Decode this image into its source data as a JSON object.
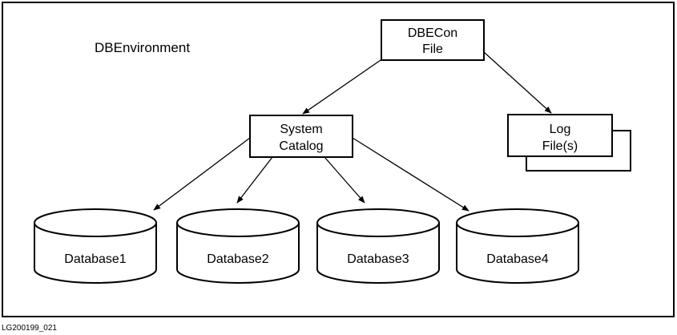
{
  "environment_label": "DBEnvironment",
  "nodes": {
    "dbecon": {
      "line1": "DBECon",
      "line2": "File"
    },
    "catalog": {
      "line1": "System",
      "line2": "Catalog"
    },
    "log": {
      "line1": "Log",
      "line2": "File(s)"
    }
  },
  "databases": [
    "Database1",
    "Database2",
    "Database3",
    "Database4"
  ],
  "figure_id": "LG200199_021"
}
